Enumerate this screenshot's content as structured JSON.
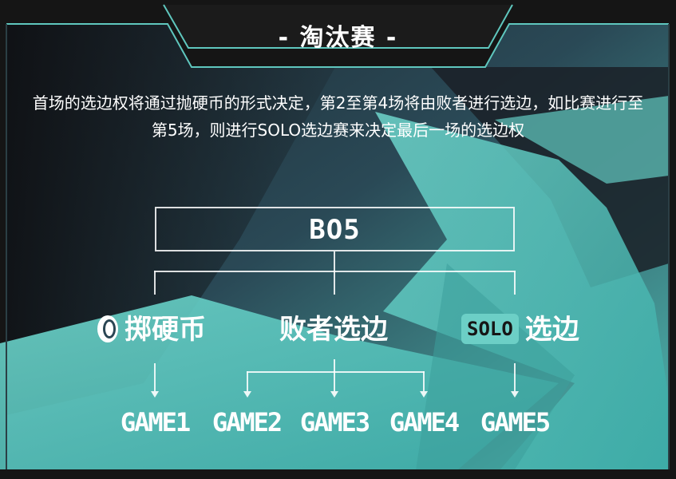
{
  "title": "- 淘汰赛 -",
  "description": "首场的选边权将通过抛硬币的形式决定，第2至第4场将由败者进行选边，如比赛进行至第5场，则进行SOLO选边赛来决定最后一场的选边权",
  "bo5_label": "BO5",
  "categories": {
    "coin_toss": "掷硬币",
    "loser_pick": "败者选边",
    "solo_badge": "SOLO",
    "solo_pick": "选边"
  },
  "games": [
    "GAME1",
    "GAME2",
    "GAME3",
    "GAME4",
    "GAME5"
  ],
  "colors": {
    "background": "#151515",
    "teal_accent": "#6ccfc6",
    "frame_stroke": "#5fc7be"
  },
  "icons": [
    "coin-icon"
  ]
}
